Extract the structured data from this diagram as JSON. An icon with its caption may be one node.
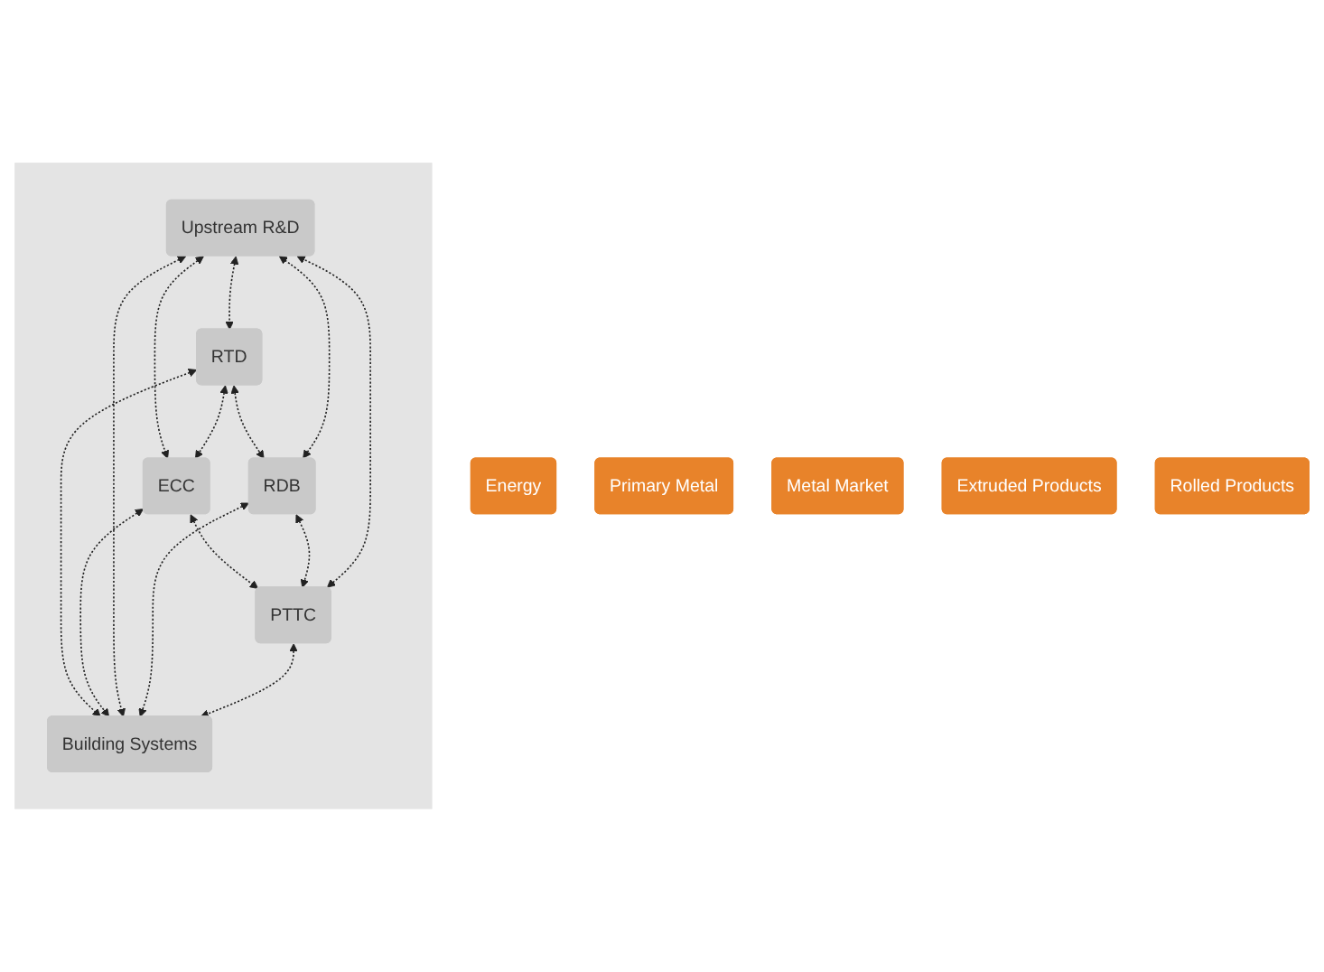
{
  "diagram": {
    "nodes": [
      {
        "text": [],
        "shape": "chevron"
      },
      {
        "text": [
          "Upstream R&D"
        ],
        "in": 0
      },
      {
        "text": [
          "RTD"
        ],
        "in": 0
      },
      {
        "text": [
          "ECC"
        ],
        "in": 0
      },
      {
        "text": [
          "RDB"
        ],
        "in": 0
      },
      {
        "text": [
          "PTTC"
        ],
        "in": 0
      },
      {
        "text": [
          "Building Systems"
        ],
        "in": 0
      },
      {
        "text": [
          "Energy"
        ]
      },
      {
        "text": [
          "Primary Metal"
        ]
      },
      {
        "text": [
          "Metal Market"
        ]
      },
      {
        "text": [
          "Extruded Products"
        ]
      },
      {
        "text": [
          "Rolled Products"
        ]
      }
    ],
    "edges": [
      {
        "from": 1,
        "to": 2,
        "arrow": "both",
        "style": "dashed"
      },
      {
        "from": 1,
        "to": 3,
        "arrow": "both",
        "style": "dashed"
      },
      {
        "from": 2,
        "to": 3,
        "arrow": "both",
        "style": "dashed"
      },
      {
        "from": 2,
        "to": 6,
        "arrow": "both",
        "style": "dashed"
      },
      {
        "from": 3,
        "to": 6,
        "arrow": "both",
        "style": "dashed"
      },
      {
        "from": 4,
        "to": 1,
        "arrow": "both",
        "style": "dashed"
      },
      {
        "from": 5,
        "to": 1,
        "arrow": "both",
        "style": "dashed"
      },
      {
        "from": 1,
        "to": 6,
        "arrow": "both",
        "style": "dashed"
      },
      {
        "from": 2,
        "to": 4,
        "arrow": "both",
        "style": "dashed"
      },
      {
        "from": 3,
        "to": 5,
        "arrow": "both",
        "style": "dashed"
      },
      {
        "from": 4,
        "to": 5,
        "arrow": "both",
        "style": "dashed"
      },
      {
        "from": 4,
        "to": 6,
        "arrow": "both",
        "style": "dashed"
      },
      {
        "from": 5,
        "to": 6,
        "arrow": "both",
        "style": "dashed"
      }
    ]
  }
}
